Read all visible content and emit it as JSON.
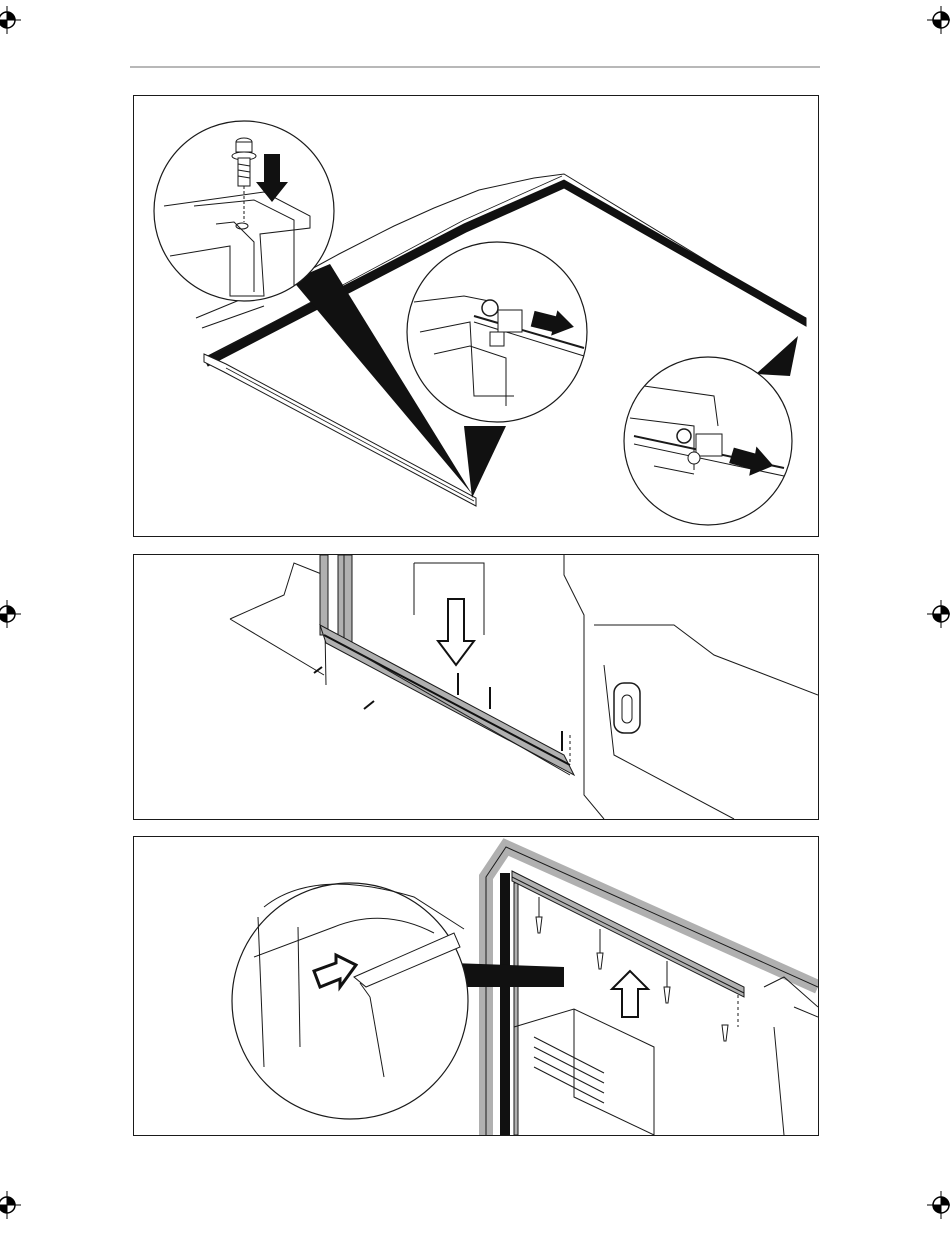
{
  "page": {
    "header_rule_color": "#b8b8b8",
    "line_color": "#1a1a1a",
    "fill_gray": "#b0b0b0",
    "fill_dark": "#111111",
    "background": "#ffffff"
  },
  "figures": [
    {
      "name": "figure-frame-assembly",
      "icons": [
        "screw-icon",
        "arrow-down-icon",
        "arrow-right-icon"
      ]
    },
    {
      "name": "figure-bottom-rail-install",
      "icons": [
        "arrow-down-icon",
        "screw-icon"
      ]
    },
    {
      "name": "figure-top-rail-install",
      "icons": [
        "arrow-up-icon",
        "arrow-right-icon",
        "screw-icon"
      ]
    }
  ],
  "registration_marks": [
    "top-left",
    "top-right",
    "middle-left",
    "middle-right",
    "bottom-left",
    "bottom-right"
  ]
}
